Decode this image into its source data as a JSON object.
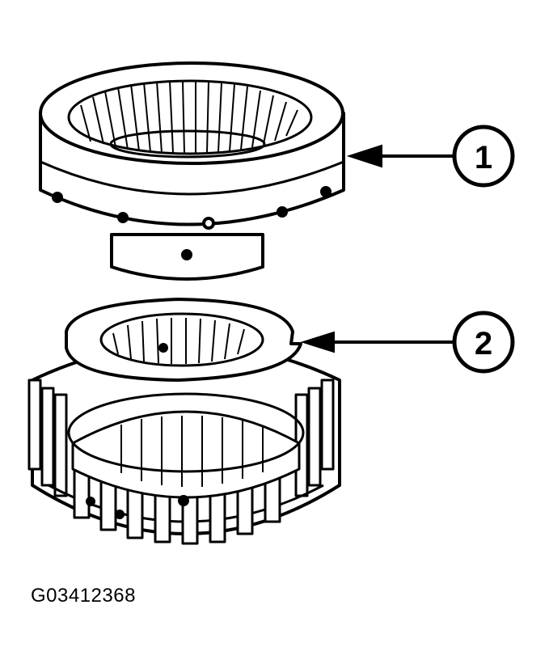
{
  "figure": {
    "code": "G03412368",
    "line_color": "#000000",
    "background": "#ffffff"
  },
  "callouts": [
    {
      "number": "1",
      "part": "upper-hub-housing"
    },
    {
      "number": "2",
      "part": "lower-splined-gear-and-ring"
    }
  ]
}
